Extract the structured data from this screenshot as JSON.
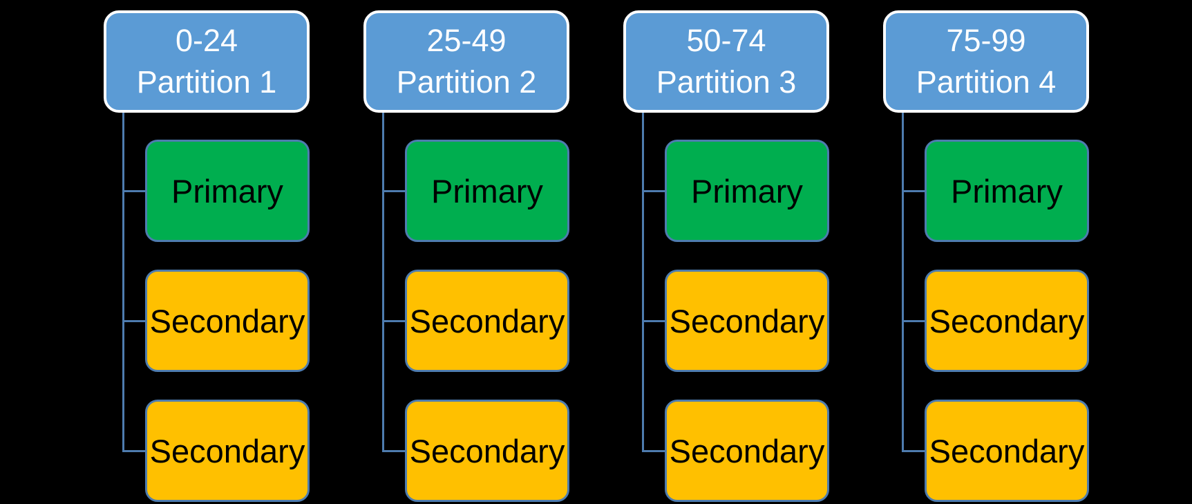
{
  "diagram": {
    "description": "Partition key-range tree: four partitions, each with one primary and two secondary replicas",
    "colors": {
      "background": "#000000",
      "header_fill": "#5B9BD5",
      "header_border": "#FFFFFF",
      "header_text": "#FFFFFF",
      "primary_fill": "#00AE4F",
      "secondary_fill": "#FFC000",
      "child_border": "#4E7CAF",
      "child_text": "#000000",
      "connector": "#4E7CAF"
    },
    "partitions": [
      {
        "range": "0-24",
        "label": "Partition 1",
        "nodes": [
          "Primary",
          "Secondary",
          "Secondary"
        ]
      },
      {
        "range": "25-49",
        "label": "Partition 2",
        "nodes": [
          "Primary",
          "Secondary",
          "Secondary"
        ]
      },
      {
        "range": "50-74",
        "label": "Partition 3",
        "nodes": [
          "Primary",
          "Secondary",
          "Secondary"
        ]
      },
      {
        "range": "75-99",
        "label": "Partition 4",
        "nodes": [
          "Primary",
          "Secondary",
          "Secondary"
        ]
      }
    ]
  }
}
